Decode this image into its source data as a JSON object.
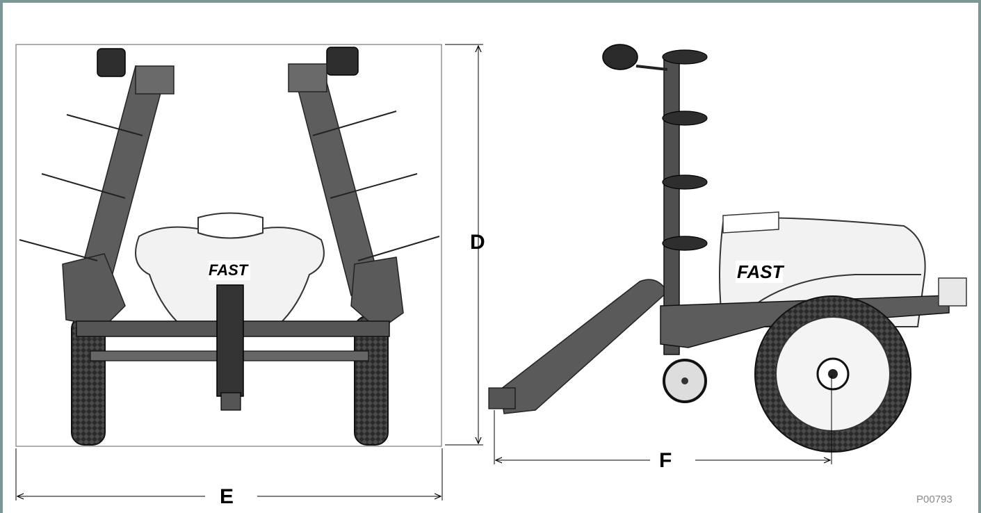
{
  "figure": {
    "label_height": "D",
    "label_width": "E",
    "label_length": "F",
    "brand_logo": "FAST",
    "reference_code": "P00793"
  },
  "colors": {
    "frame_border": "#7d9696",
    "metal": "#5a5a5a",
    "tank": "#f2f2f2",
    "tire": "#2b2b2b"
  }
}
